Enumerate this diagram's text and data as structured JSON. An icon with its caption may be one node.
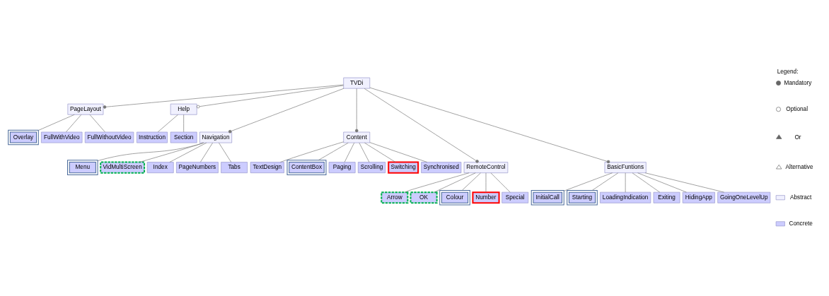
{
  "diagram": {
    "nodes": [
      {
        "text": [
          "TVDi"
        ]
      },
      {
        "text": [
          "PageLayout"
        ]
      },
      {
        "text": [
          "Help"
        ]
      },
      {
        "text": [
          "Overlay"
        ]
      },
      {
        "text": [
          "FullWithVideo"
        ]
      },
      {
        "text": [
          "FullWithoutVideo"
        ]
      },
      {
        "text": [
          "Instruction"
        ]
      },
      {
        "text": [
          "Section"
        ]
      },
      {
        "text": [
          "Navigation"
        ]
      },
      {
        "text": [
          "Content"
        ]
      },
      {
        "text": [
          "Menu"
        ]
      },
      {
        "text": [
          "VidMultiScreen"
        ]
      },
      {
        "text": [
          "Index"
        ]
      },
      {
        "text": [
          "PageNumbers"
        ]
      },
      {
        "text": [
          "Tabs"
        ]
      },
      {
        "text": [
          "TextDesign"
        ]
      },
      {
        "text": [
          "ContentBox"
        ]
      },
      {
        "text": [
          "Paging"
        ]
      },
      {
        "text": [
          "Scrolling"
        ]
      },
      {
        "text": [
          "Switching"
        ]
      },
      {
        "text": [
          "Synchronised"
        ]
      },
      {
        "text": [
          "RemoteControl"
        ]
      },
      {
        "text": [
          "BasicFuntions"
        ]
      },
      {
        "text": [
          "Arrow"
        ]
      },
      {
        "text": [
          "OK"
        ]
      },
      {
        "text": [
          "Colour"
        ]
      },
      {
        "text": [
          "Number"
        ]
      },
      {
        "text": [
          "Special"
        ]
      },
      {
        "text": [
          "InitialCall"
        ]
      },
      {
        "text": [
          "Starting"
        ]
      },
      {
        "text": [
          "LoadingIndication"
        ]
      },
      {
        "text": [
          "Exiting"
        ]
      },
      {
        "text": [
          "HidingApp"
        ]
      },
      {
        "text": [
          "GoingOneLevelUp"
        ]
      }
    ],
    "edges": [
      {
        "from": 0,
        "to": 1,
        "arrow": "other"
      },
      {
        "from": 0,
        "to": 2,
        "arrow": "other"
      },
      {
        "from": 0,
        "to": 8,
        "arrow": "other"
      },
      {
        "from": 0,
        "to": 21,
        "arrow": "other"
      },
      {
        "from": 0,
        "to": 22,
        "arrow": "other"
      },
      {
        "from": 0,
        "to": 9,
        "arrow": "other"
      },
      {
        "from": 1,
        "to": 3,
        "arrow": "none"
      },
      {
        "from": 1,
        "to": 4,
        "arrow": "none"
      },
      {
        "from": 1,
        "to": 5,
        "arrow": "none"
      },
      {
        "from": 2,
        "to": 6,
        "arrow": "none"
      },
      {
        "from": 2,
        "to": 7,
        "arrow": "none"
      },
      {
        "from": 8,
        "to": 10,
        "arrow": "none"
      },
      {
        "from": 8,
        "to": 11,
        "arrow": "none"
      },
      {
        "from": 8,
        "to": 12,
        "arrow": "none"
      },
      {
        "from": 8,
        "to": 13,
        "arrow": "none"
      },
      {
        "from": 8,
        "to": 14,
        "arrow": "none"
      },
      {
        "from": 9,
        "to": 15,
        "arrow": "none"
      },
      {
        "from": 9,
        "to": 16,
        "arrow": "none"
      },
      {
        "from": 9,
        "to": 17,
        "arrow": "none"
      },
      {
        "from": 9,
        "to": 18,
        "arrow": "none"
      },
      {
        "from": 9,
        "to": 19,
        "arrow": "none"
      },
      {
        "from": 9,
        "to": 20,
        "arrow": "none"
      },
      {
        "from": 21,
        "to": 23,
        "arrow": "none"
      },
      {
        "from": 21,
        "to": 24,
        "arrow": "none"
      },
      {
        "from": 21,
        "to": 25,
        "arrow": "none"
      },
      {
        "from": 21,
        "to": 26,
        "arrow": "none"
      },
      {
        "from": 21,
        "to": 27,
        "arrow": "none"
      },
      {
        "from": 22,
        "to": 28,
        "arrow": "none"
      },
      {
        "from": 22,
        "to": 29,
        "arrow": "none"
      },
      {
        "from": 22,
        "to": 30,
        "arrow": "none"
      },
      {
        "from": 22,
        "to": 31,
        "arrow": "none"
      },
      {
        "from": 22,
        "to": 32,
        "arrow": "none"
      },
      {
        "from": 22,
        "to": 33,
        "arrow": "none"
      }
    ],
    "labels": [
      "Legend:"
    ],
    "legend": [
      {
        "text": "Mandatory"
      },
      {
        "text": "Optional"
      },
      {
        "text": "Or"
      },
      {
        "text": "Alternative"
      },
      {
        "text": "Abstract",
        "color": "#f0f0fe"
      },
      {
        "text": "Concrete",
        "color": "#ccccff"
      }
    ]
  }
}
